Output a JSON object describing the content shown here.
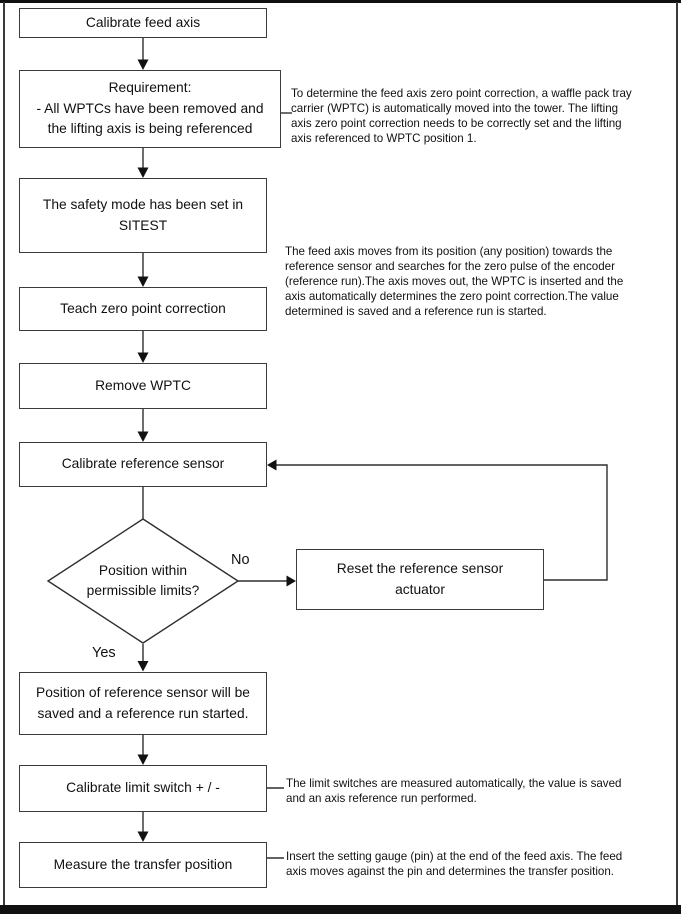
{
  "nodes": {
    "start": {
      "label": "Calibrate feed axis"
    },
    "requirement": {
      "label": "Requirement:\n- All WPTCs have been removed and\nthe lifting axis is being referenced"
    },
    "safety_mode": {
      "label": "The safety mode has been set in\nSITEST"
    },
    "teach_zero_point": {
      "label": "Teach zero point correction"
    },
    "remove_wptc": {
      "label": "Remove WPTC"
    },
    "calibrate_reference_sensor": {
      "label": "Calibrate reference sensor"
    },
    "decision_position_limits": {
      "label": "Position within\npermissible limits?"
    },
    "reset_actuator": {
      "label": "Reset the reference sensor\nactuator"
    },
    "save_position": {
      "label": "Position of reference sensor will be\nsaved and a reference run started."
    },
    "calibrate_limit_switch": {
      "label": "Calibrate limit switch + / -"
    },
    "measure_transfer_position": {
      "label": "Measure the transfer position"
    }
  },
  "branch_labels": {
    "no": "No",
    "yes": "Yes"
  },
  "annotations": {
    "zero_point_note": "To determine the feed axis zero point correction, a waffle pack tray\ncarrier (WPTC) is automatically moved into the tower. The lifting\naxis zero point correction needs to be correctly set and the lifting\naxis referenced to WPTC position 1.",
    "reference_run_note": "The feed axis moves from its position (any position) towards the\nreference sensor and searches for the zero pulse of the encoder\n(reference run).The axis moves out, the WPTC is inserted and the\naxis automatically determines the zero point correction.The value\ndetermined is saved and a reference run is started.",
    "limit_switch_note": "The limit switches are measured automatically, the value is saved\nand an axis reference run performed.",
    "transfer_position_note": "Insert the setting gauge (pin) at the end of the feed axis. The feed\naxis moves against the pin and determines the transfer position."
  },
  "colors": {
    "line": "#2e2e2e",
    "box_border": "#3b3b3b",
    "text": "#111111",
    "background": "#ffffff"
  }
}
